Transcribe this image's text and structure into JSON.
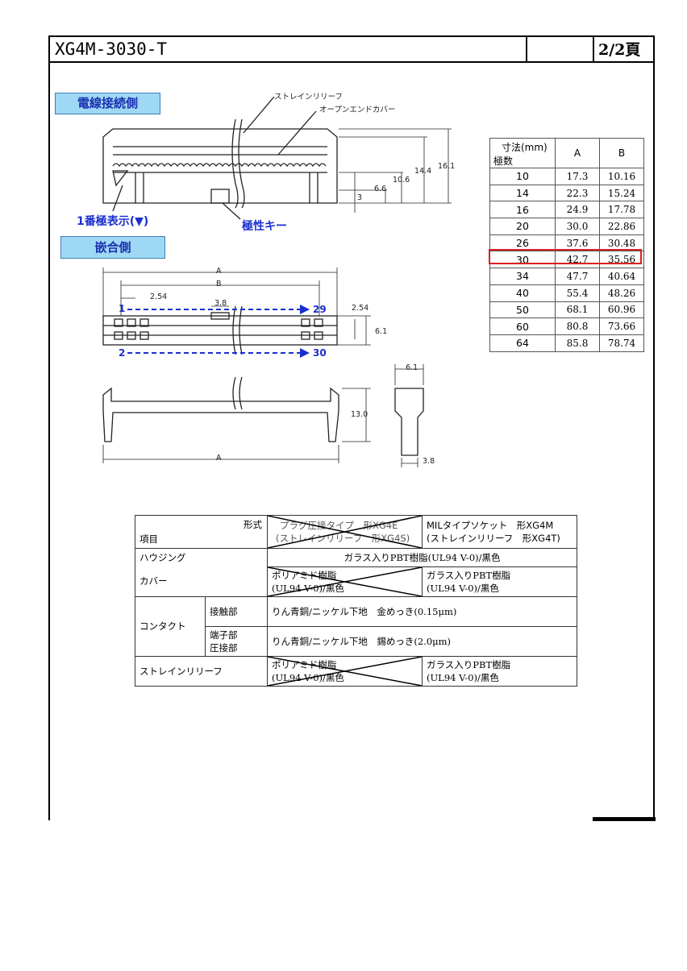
{
  "header": {
    "doc_title": "XG4M-3030-T",
    "page": "2/2頁"
  },
  "section_labels": {
    "wire_side": "電線接続側",
    "mating_side": "嵌合側"
  },
  "drawing_labels": {
    "strain_relief": "ストレインリリーフ",
    "open_end_cover": "オープンエンドカバー",
    "pin1_mark": "1番極表示(▼)",
    "polarity_key": "極性キー",
    "dim_16_1": "16.1",
    "dim_14_4": "14.4",
    "dim_10_6": "10.6",
    "dim_6_6": "6.6",
    "dim_3": "3",
    "dim_A": "A",
    "dim_B": "B",
    "dim_2_54_pitch": "2.54",
    "dim_3_8_top": "3.8",
    "dim_2_54_side": "2.54",
    "dim_6_1_side": "6.1",
    "pin_1": "1",
    "pin_29": "29",
    "pin_2": "2",
    "pin_30": "30",
    "dim_13_0": "13.0",
    "dim_A_bottom": "A",
    "dim_6_1_end": "6.1",
    "dim_3_8_end": "3.8"
  },
  "dimension_table": {
    "header_dim": "寸法(mm)",
    "header_poles": "極数",
    "col_a": "A",
    "col_b": "B",
    "highlight_poles": "30",
    "rows": [
      {
        "poles": "10",
        "a": "17.3",
        "b": "10.16"
      },
      {
        "poles": "14",
        "a": "22.3",
        "b": "15.24"
      },
      {
        "poles": "16",
        "a": "24.9",
        "b": "17.78"
      },
      {
        "poles": "20",
        "a": "30.0",
        "b": "22.86"
      },
      {
        "poles": "26",
        "a": "37.6",
        "b": "30.48"
      },
      {
        "poles": "30",
        "a": "42.7",
        "b": "35.56"
      },
      {
        "poles": "34",
        "a": "47.7",
        "b": "40.64"
      },
      {
        "poles": "40",
        "a": "55.4",
        "b": "48.26"
      },
      {
        "poles": "50",
        "a": "68.1",
        "b": "60.96"
      },
      {
        "poles": "60",
        "a": "80.8",
        "b": "73.66"
      },
      {
        "poles": "64",
        "a": "85.8",
        "b": "78.74"
      }
    ]
  },
  "material_table": {
    "hdr_model": "形式",
    "hdr_item": "項目",
    "col_plug_l1": "プラグ圧接タイプ　形XG4E",
    "col_plug_l2": "(ストレインリリーフ　形XG4S)",
    "col_mil_l1": "MILタイプソケット　形XG4M",
    "col_mil_l2": "(ストレインリリーフ　形XG4T)",
    "housing": "ハウジング",
    "housing_val": "ガラス入りPBT樹脂(UL94 V-0)/黒色",
    "cover": "カバー",
    "cover_plug_l1": "ポリアミド樹脂",
    "cover_plug_l2": "(UL94 V-0)/黒色",
    "cover_mil_l1": "ガラス入りPBT樹脂",
    "cover_mil_l2": "(UL94 V-0)/黒色",
    "contact": "コンタクト",
    "contact_part": "接触部",
    "contact_part_val": "りん青銅/ニッケル下地　金めっき(0.15μm)",
    "terminal_l1": "端子部",
    "terminal_l2": "圧接部",
    "terminal_val": "りん青銅/ニッケル下地　錫めっき(2.0μm)",
    "strain": "ストレインリリーフ",
    "strain_plug_l1": "ポリアミド樹脂",
    "strain_plug_l2": "(UL94 V-0)/黒色",
    "strain_mil_l1": "ガラス入りPBT樹脂",
    "strain_mil_l2": "(UL94 V-0)/黒色"
  },
  "colors": {
    "label_bg": "#9fd8f4",
    "label_text": "#1a2fb0",
    "arrow_blue": "#1a2fd0",
    "highlight_red": "#d92020"
  }
}
